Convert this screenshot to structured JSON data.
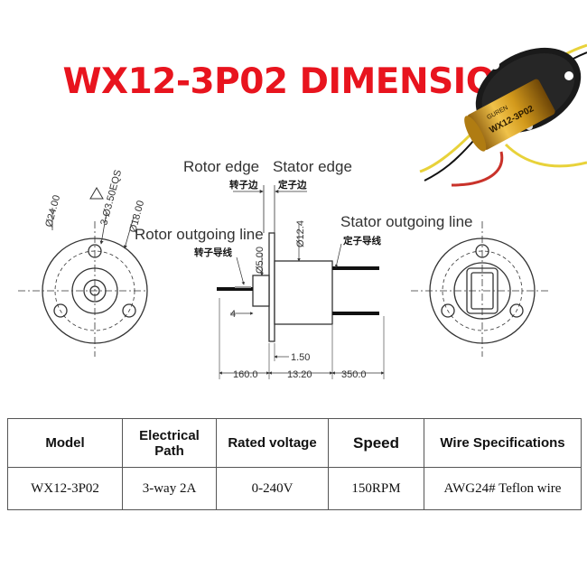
{
  "title": "WX12-3P02 DIMENSION",
  "product_photo": {
    "brand": "GUREN",
    "model_engraving": "WX12-3P02",
    "colors": {
      "flange": "#1a1a1a",
      "body": "#d9a51a",
      "wire_yellow": "#e8d23a",
      "wire_red": "#c9322a",
      "wire_black": "#111111"
    }
  },
  "labels": {
    "rotor_edge_en": "Rotor edge",
    "stator_edge_en": "Stator edge",
    "rotor_edge_cn": "转子边",
    "stator_edge_cn": "定子边",
    "rotor_line_en": "Rotor outgoing line",
    "rotor_line_cn": "转子导线",
    "stator_line_en": "Stator outgoing line",
    "stator_line_cn": "定子导线"
  },
  "dimensions": {
    "flange_dia": "Ø24.00",
    "holes": "3-Ø3.50EQS",
    "pcd": "Ø18.00",
    "shaft_dia": "Ø5.00",
    "body_dia": "Ø12.4",
    "shaft_len": "4",
    "flange_thk": "1.50",
    "rotor_wire": "160.0",
    "body_len": "13.20",
    "stator_wire": "350.0"
  },
  "table": {
    "headers": [
      "Model",
      "Electrical Path",
      "Rated voltage",
      "Speed",
      "Wire Specifications"
    ],
    "rows": [
      [
        "WX12-3P02",
        "3-way 2A",
        "0-240V",
        "150RPM",
        "AWG24# Teflon wire"
      ]
    ]
  }
}
